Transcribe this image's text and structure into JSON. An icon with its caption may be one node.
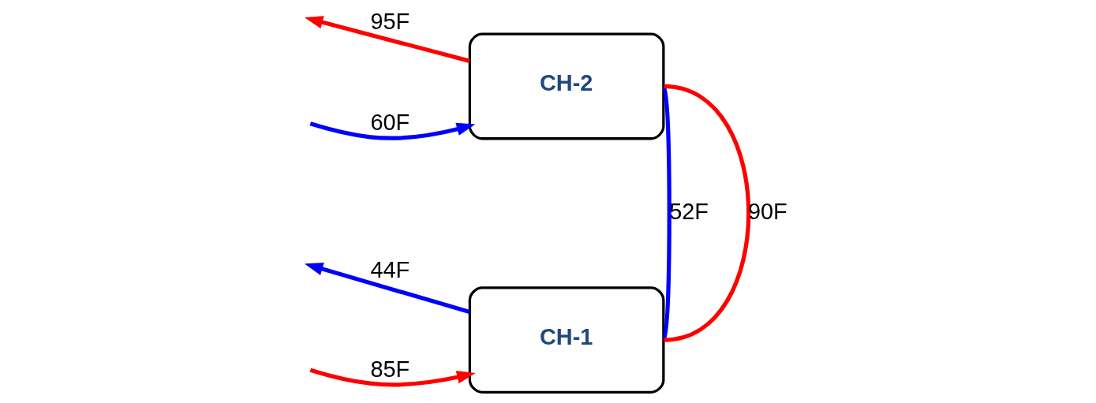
{
  "diagram": {
    "nodes": [
      {
        "text": [
          "CH-2"
        ]
      },
      {
        "text": [
          "CH-1"
        ]
      }
    ],
    "edges": [
      {
        "from": 0,
        "to": null,
        "arrow": "to",
        "label": "95F",
        "color": "#ff0000"
      },
      {
        "from": null,
        "to": 0,
        "arrow": "to",
        "label": "60F",
        "color": "#0000ff"
      },
      {
        "from": 0,
        "to": 1,
        "arrow": "none",
        "label": "52F",
        "color": "#0000ff"
      },
      {
        "from": 0,
        "to": 1,
        "arrow": "none",
        "label": "90F",
        "color": "#ff0000"
      },
      {
        "from": 1,
        "to": null,
        "arrow": "to",
        "label": "44F",
        "color": "#0000ff"
      },
      {
        "from": null,
        "to": 1,
        "arrow": "to",
        "label": "85F",
        "color": "#ff0000"
      }
    ]
  }
}
